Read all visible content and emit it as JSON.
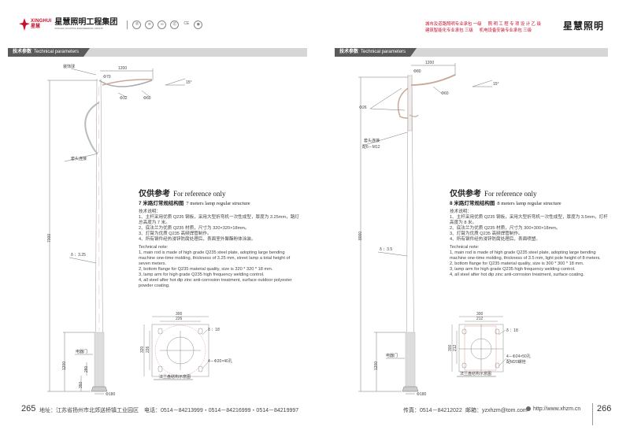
{
  "header": {
    "company_cn": "星慧照明工程集团",
    "company_en": "XINGHUI LIGHTING ENGINEERING GROUP",
    "logo_text": "XINGHUI",
    "logo_cn": "星慧",
    "certs": [
      "®",
      "≋",
      "∞",
      "㊣",
      "CE",
      "◉"
    ],
    "qualifications": [
      [
        "城市及道路照明专业承包 一级",
        "照 明 工 程 专 项 设 计 乙 级"
      ],
      [
        "建筑智能化专业承包 三级",
        "机电设备安装专业承包 三级"
      ]
    ],
    "brand_calligraphy": "星慧照明"
  },
  "section_bar": {
    "cn": "技术参数",
    "en": "Technical parameters"
  },
  "left_page": {
    "drawing": {
      "arm_length": "1200",
      "decor_ball": "装饰球",
      "phi70": "Φ70",
      "phi32": "Φ32",
      "phi60": "Φ60",
      "angle": "15°",
      "lamp_connection": "套头连接",
      "height": "7000",
      "thickness": "δ ：3.25",
      "door": "电器门",
      "door_height": "1200",
      "door_size": "280",
      "door_bottom": "350",
      "base_dia": "Φ180"
    },
    "flange": {
      "outer": "300",
      "inner": "226",
      "outer_v": "320",
      "inner_v": "226",
      "thickness": "δ ：18",
      "holes": "4－Φ20×40孔",
      "caption": "法兰盘结构示意图"
    },
    "text": {
      "title_cn": "仅供参考",
      "title_en": "For reference only",
      "subtitle_cn": "7 米路灯常规结构图",
      "subtitle_en": "7 meters lamp regular structure",
      "notes_cn_label": "技术说明：",
      "notes_cn": [
        "1、主杆采用优质 Q235 钢板，采用大型折弯机一次性成型，厚度为 3.25mm，路灯总高度为 7 米。",
        "2、底法兰为优质 Q235 材质，尺寸为 320×320×18mm。",
        "3、灯臂为优质 Q235 高频焊管制作。",
        "4、所有钢件经热浸锌防腐处理后，表面室外聚酯粉体涂装。"
      ],
      "notes_en_label": "Technical note:",
      "notes_en": [
        "1, main rod is made of high grade Q235 steel plate, adopting large bending machine one-time molding, thickness of 3.25 mm, street lamp a total height of seven meters.",
        "2, bottom flange for Q235 material quality, size is 320 * 320 * 18 mm.",
        "3, lamp arm for high grade Q235 high frequency welding control.",
        "4, all steel after hot dip zinc anti-corrosion treatment, surface outdoor polyester powder coating."
      ]
    },
    "footer": {
      "page": "265",
      "address": "地址：江苏省扬州市北郊送桥镇工业园区",
      "phone": "电话：0514－84213999・0514－84216999・0514－84219997"
    }
  },
  "right_page": {
    "drawing": {
      "arm_length": "1200",
      "phi80": "Φ80",
      "phi60": "Φ60",
      "phi26": "Φ26",
      "angle": "15°",
      "lamp_connection": "套头连接",
      "bolt": "配6－M12",
      "height": "8000",
      "thickness": "δ ：3.5",
      "door": "电器门",
      "door_height": "1200",
      "base_dia": "Φ180"
    },
    "flange": {
      "outer": "300",
      "inner": "212",
      "outer_v": "300",
      "inner_v": "212",
      "thickness": "δ ：18",
      "holes": "4－Φ24×50孔",
      "bolts": "配M20螺栓",
      "caption": "法兰盘结构示意图"
    },
    "text": {
      "title_cn": "仅供参考",
      "title_en": "For reference only",
      "subtitle_cn": "8 米路灯常规结构图",
      "subtitle_en": "8 meters lamp regular structure",
      "notes_cn_label": "技术说明：",
      "notes_cn": [
        "1、主杆采用优质 Q235 钢板，采用大型折弯机一次性成型，厚度为 3.5mm，灯杆高度为 8 米。",
        "2、底法兰为优质 Q235 材质，尺寸为 300×300×18mm。",
        "3、灯臂为优质 Q235 高频焊管制作。",
        "4、所有钢件经热浸锌防腐处理后，表面喷塑。"
      ],
      "notes_en_label": "Technical note:",
      "notes_en": [
        "1, main rod is made of high grade Q235 steel plate, adopting large bending machine one-time molding, thickness of 3.5 mm, light pole height of 8 meters.",
        "2, bottom flange for Q235 material quality, size is 300 * 300 * 18 mm.",
        "3, lamp arm for high grade Q235 high frequency welding control.",
        "4, all steel after hot dip zinc anti-corrosion treatment, surface coating."
      ]
    },
    "footer": {
      "fax": "传真：0514－84212022",
      "email": "邮箱：yzxhzm@tom.com",
      "web": "http://www.xhzm.cn",
      "page": "266"
    }
  },
  "colors": {
    "accent": "#c8102e",
    "bar": "#d6d6d6",
    "tab": "#5a5a5a"
  }
}
